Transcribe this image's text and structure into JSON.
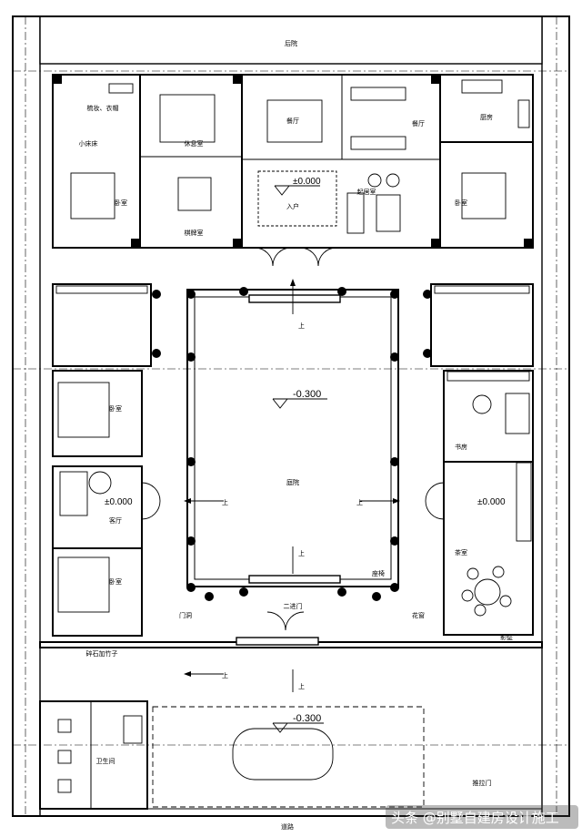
{
  "rooms": {
    "back_yard": "后院",
    "dressing": "梳妆、衣帽",
    "small_bed": "小床床",
    "bedroom_nw": "卧室",
    "rest_room": "休息室",
    "chess_room": "棋牌室",
    "dining_hall": "餐厅",
    "kitchen": "厨房",
    "living_room": "起居室",
    "bedroom_ne": "卧室",
    "entry": "入户",
    "bedroom_w1": "卧室",
    "guest_hall": "客厅",
    "bedroom_w2": "卧室",
    "study": "书房",
    "tea_room": "茶室",
    "courtyard": "庭院",
    "second_gate": "二进门",
    "bathroom": "卫生间",
    "road": "道路"
  },
  "labels": {
    "seat_bench": "座椅",
    "door_opening": "门洞",
    "lattice_window": "花窗",
    "screen_wall": "影壁",
    "gravel_bamboo": "碎石加竹子",
    "sliding_gate": "推拉门",
    "up": "上"
  },
  "levels": {
    "entry_level": "±0.000",
    "courtyard_level": "-0.300",
    "west_level": "±0.000",
    "east_level": "±0.000",
    "garage_level": "-0.300"
  },
  "watermark": "头条 @别墅自建房设计施工"
}
